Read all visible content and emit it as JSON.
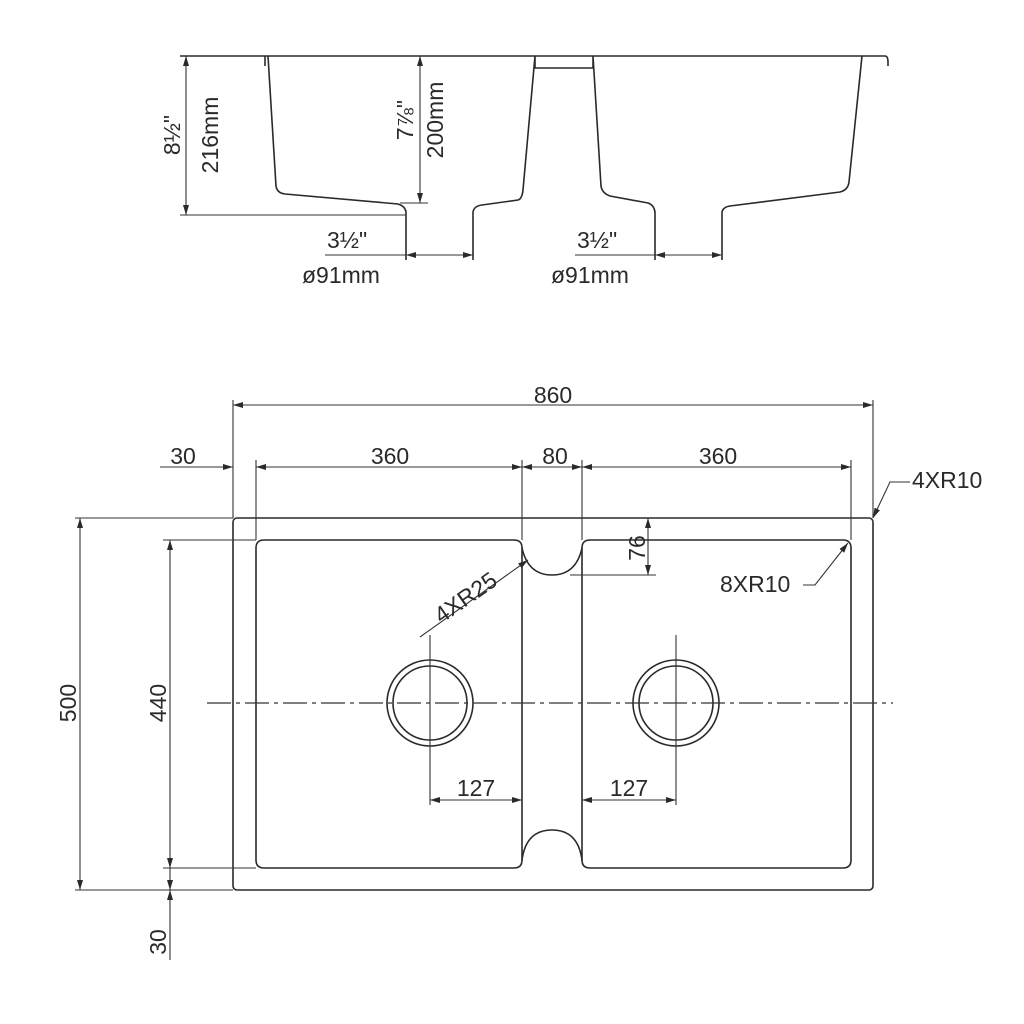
{
  "side_view": {
    "depth_outer_in": "8½\"",
    "depth_outer_mm": "216mm",
    "depth_inner_in": "7⅞\"",
    "depth_inner_mm": "200mm",
    "drain_left_in": "3½\"",
    "drain_left_mm": "ø91mm",
    "drain_right_in": "3½\"",
    "drain_right_mm": "ø91mm"
  },
  "plan_view": {
    "overall_width": "860",
    "flange_left": "30",
    "bowl_left_width": "360",
    "divider_width": "80",
    "bowl_right_width": "360",
    "corner_radius_outer": "4XR10",
    "divider_notch": "76",
    "corner_radius_bowl": "8XR10",
    "notch_radius": "4XR25",
    "drain_offset_left": "127",
    "drain_offset_right": "127",
    "overall_depth": "500",
    "bowl_depth": "440",
    "flange_bottom": "30"
  }
}
